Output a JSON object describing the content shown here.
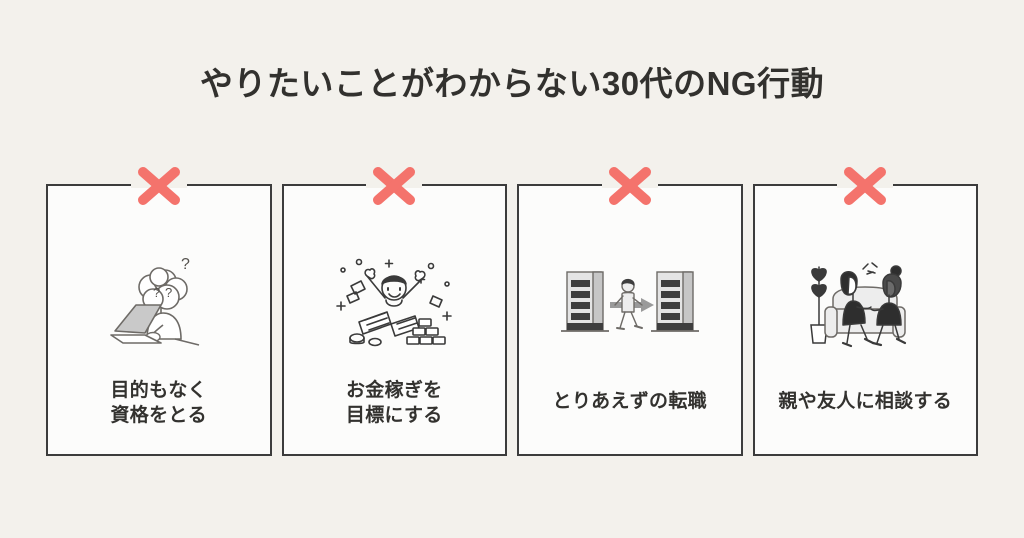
{
  "page": {
    "background_color": "#F3F1EC",
    "title": "やりたいことがわからない30代のNG行動"
  },
  "marks": {
    "x_icon_color": "#F4736C",
    "x_icon_name": "cross-mark"
  },
  "cards": [
    {
      "id": "card-1",
      "x_mark": "✕",
      "illustration": "person-thinking-at-laptop",
      "illustration_alt": "困った顔の人物がノートパソコンの前で考え込んでいる",
      "label_lines": [
        "目的もなく",
        "資格をとる"
      ],
      "label_single": false,
      "thought_marks": [
        "?",
        "??"
      ]
    },
    {
      "id": "card-2",
      "x_mark": "✕",
      "illustration": "person-celebrating-with-money",
      "illustration_alt": "両手を上げて喜ぶ人物と札束・小判・金塊",
      "label_lines": [
        "お金稼ぎを",
        "目標にする"
      ],
      "label_single": false
    },
    {
      "id": "card-3",
      "x_mark": "✕",
      "illustration": "person-changing-offices",
      "illustration_alt": "2つのオフィスビルの間を矢印とともに歩いて移動する人物",
      "label_lines": [
        "とりあえずの転職"
      ],
      "label_single": true
    },
    {
      "id": "card-4",
      "x_mark": "✕",
      "illustration": "two-women-talking-on-sofa",
      "illustration_alt": "観葉植物のそばのソファで会話する2人の女性",
      "label_lines": [
        "親や友人に相談する"
      ],
      "label_single": true
    }
  ],
  "colors": {
    "card_background": "#FCFCFB",
    "card_border": "#3C3C3C",
    "text": "#33322F",
    "accent_red": "#F4736C",
    "illustration_gray": "#9A9A9A"
  }
}
